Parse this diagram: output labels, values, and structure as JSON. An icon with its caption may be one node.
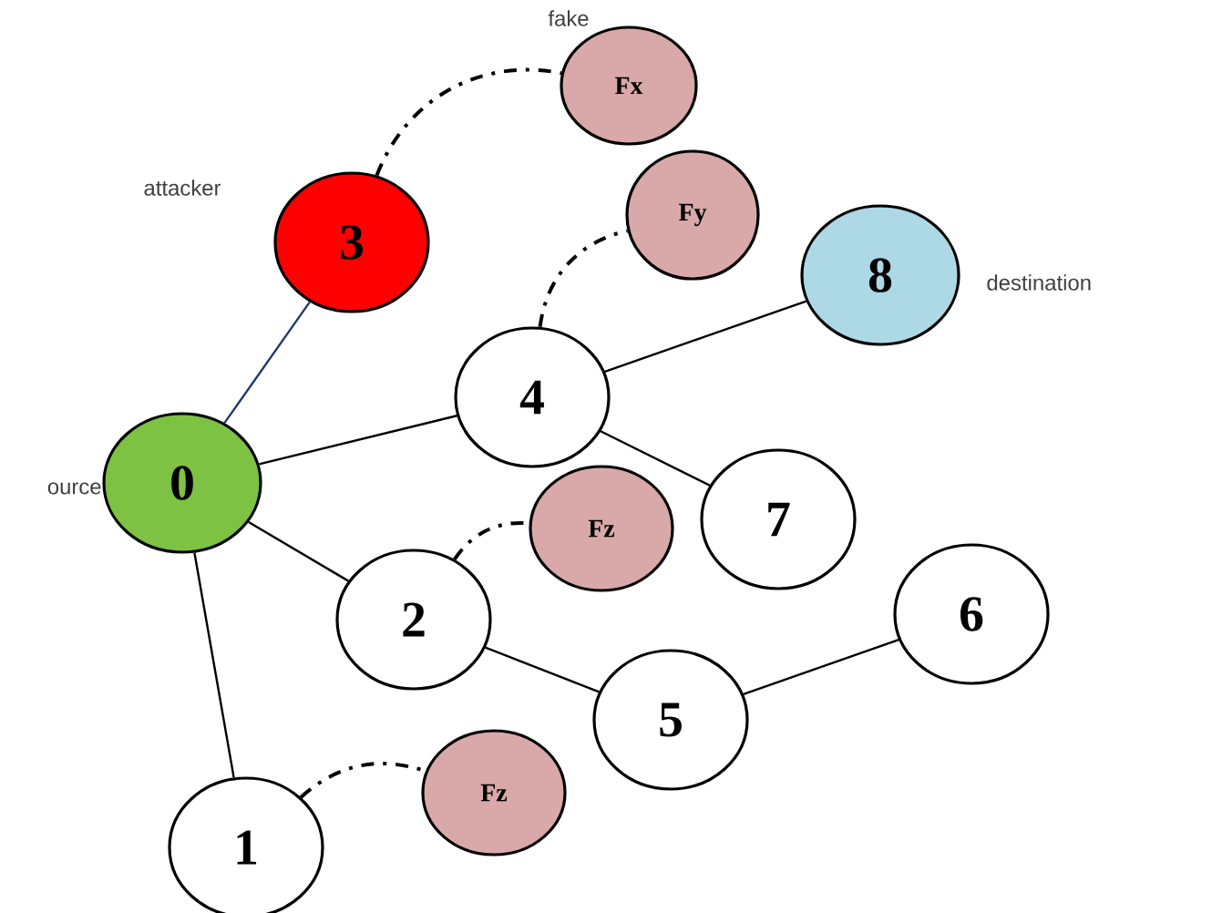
{
  "diagram": {
    "nodes": [
      {
        "text": [
          "Fx"
        ],
        "beside": [
          "fake"
        ]
      },
      {
        "text": [
          "3"
        ],
        "beside": [
          "attacker"
        ]
      },
      {
        "text": [
          "Fy"
        ]
      },
      {
        "text": [
          "8"
        ],
        "beside": [
          "destination"
        ]
      },
      {
        "text": [
          "4"
        ]
      },
      {
        "text": [
          "0"
        ],
        "beside": [
          "ource"
        ]
      },
      {
        "text": [
          "Fz"
        ]
      },
      {
        "text": [
          "7"
        ]
      },
      {
        "text": [
          "2"
        ]
      },
      {
        "text": [
          "6"
        ]
      },
      {
        "text": [
          "5"
        ]
      },
      {
        "text": [
          "Fz"
        ]
      },
      {
        "text": [
          "1"
        ]
      }
    ],
    "edges": [
      {
        "from": 5,
        "to": 1,
        "arrow": "none",
        "color": "#1f3a6e"
      },
      {
        "from": 5,
        "to": 4,
        "arrow": "none"
      },
      {
        "from": 5,
        "to": 8,
        "arrow": "none"
      },
      {
        "from": 5,
        "to": 12,
        "arrow": "none"
      },
      {
        "from": 4,
        "to": 3,
        "arrow": "none"
      },
      {
        "from": 4,
        "to": 7,
        "arrow": "none"
      },
      {
        "from": 8,
        "to": 10,
        "arrow": "none"
      },
      {
        "from": 10,
        "to": 9,
        "arrow": "none"
      },
      {
        "from": 1,
        "to": 0,
        "arrow": "none",
        "style": "dashed"
      },
      {
        "from": 4,
        "to": 2,
        "arrow": "none",
        "style": "dashed"
      },
      {
        "from": 8,
        "to": 6,
        "arrow": "none",
        "style": "dashed"
      },
      {
        "from": 12,
        "to": 11,
        "arrow": "none",
        "style": "dashed"
      }
    ]
  }
}
